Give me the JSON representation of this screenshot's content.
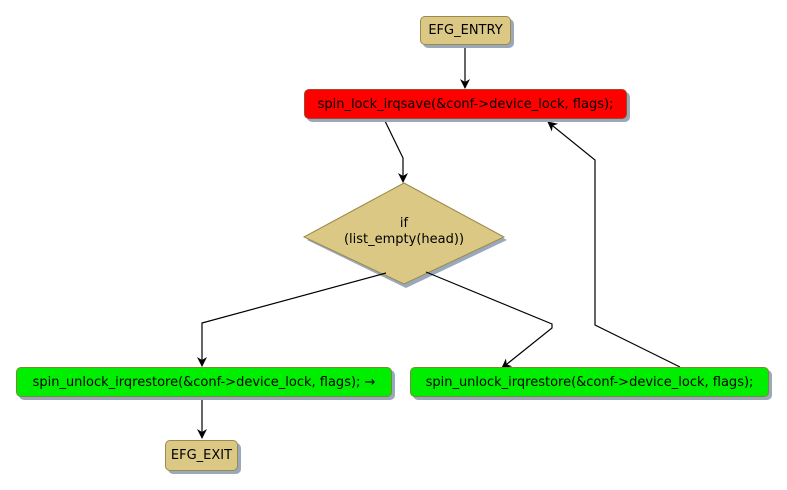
{
  "diagram": {
    "type": "flowchart",
    "colors": {
      "terminal": "#dcc885",
      "lock": "#ff0000",
      "unlock": "#00ee00",
      "decision": "#dcc885",
      "shadow": "#9aa8bc",
      "edge": "#000000"
    },
    "nodes": {
      "entry": {
        "label": "EFG_ENTRY"
      },
      "lock": {
        "label": "spin_lock_irqsave(&conf->device_lock, flags);"
      },
      "decision": {
        "line1": "if",
        "line2": "(list_empty(head))"
      },
      "unlock_left": {
        "label": "spin_unlock_irqrestore(&conf->device_lock, flags); →"
      },
      "unlock_right": {
        "label": "spin_unlock_irqrestore(&conf->device_lock, flags);"
      },
      "exit": {
        "label": "EFG_EXIT"
      }
    },
    "edges": [
      {
        "from": "entry",
        "to": "lock"
      },
      {
        "from": "lock",
        "to": "decision"
      },
      {
        "from": "decision",
        "to": "unlock_left"
      },
      {
        "from": "decision",
        "to": "unlock_right"
      },
      {
        "from": "unlock_right",
        "to": "lock"
      },
      {
        "from": "unlock_left",
        "to": "exit"
      }
    ]
  }
}
